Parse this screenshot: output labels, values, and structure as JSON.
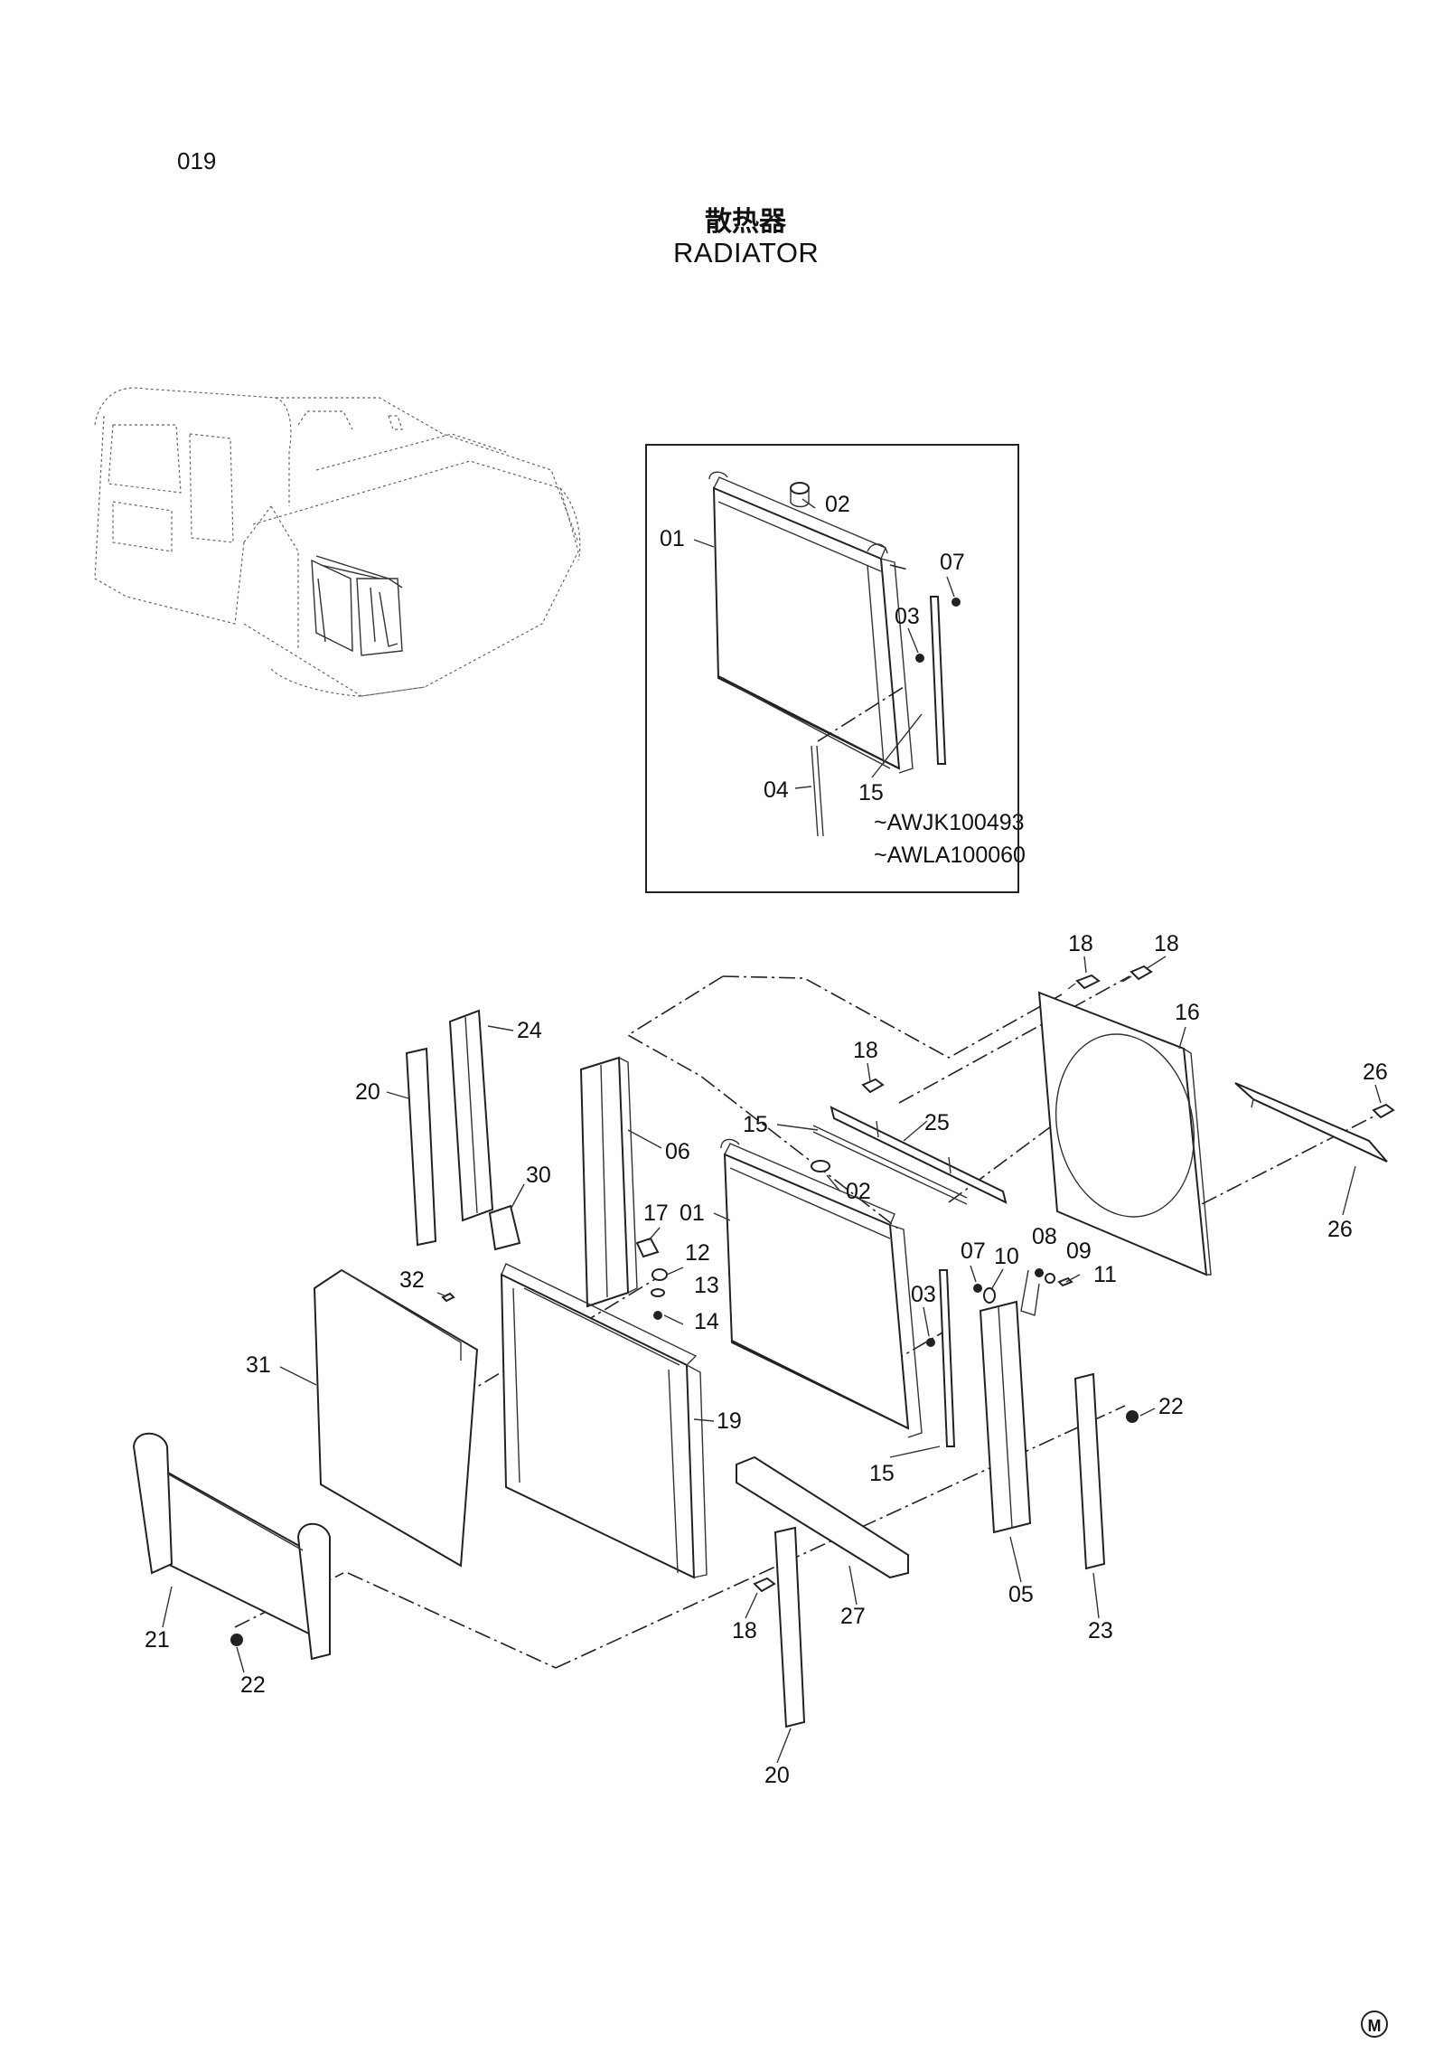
{
  "page": {
    "number": "019",
    "stamp": "M"
  },
  "title": {
    "chinese": "散热器",
    "english": "RADIATOR"
  },
  "inset": {
    "serials": [
      "~AWJK100493",
      "~AWLA100060"
    ],
    "callouts": [
      "01",
      "02",
      "03",
      "04",
      "07",
      "15"
    ]
  },
  "callouts": [
    "18",
    "18",
    "16",
    "18",
    "26",
    "24",
    "20",
    "06",
    "25",
    "15",
    "01",
    "02",
    "30",
    "17",
    "12",
    "13",
    "14",
    "07",
    "10",
    "08",
    "09",
    "11",
    "03",
    "32",
    "31",
    "19",
    "22",
    "15",
    "21",
    "22",
    "18",
    "27",
    "05",
    "23",
    "20"
  ],
  "parts": [
    {
      "no": "01",
      "kind": "radiator core"
    },
    {
      "no": "02",
      "kind": "cap"
    },
    {
      "no": "03",
      "kind": "fitting"
    },
    {
      "no": "04",
      "kind": "hose"
    },
    {
      "no": "05",
      "kind": "side bracket"
    },
    {
      "no": "06",
      "kind": "side bracket"
    },
    {
      "no": "07",
      "kind": "nut"
    },
    {
      "no": "08",
      "kind": "washer"
    },
    {
      "no": "09",
      "kind": "washer"
    },
    {
      "no": "10",
      "kind": "washer"
    },
    {
      "no": "11",
      "kind": "bolt"
    },
    {
      "no": "12",
      "kind": "cap"
    },
    {
      "no": "13",
      "kind": "washer"
    },
    {
      "no": "14",
      "kind": "nut"
    },
    {
      "no": "15",
      "kind": "seal strip"
    },
    {
      "no": "16",
      "kind": "fan shroud"
    },
    {
      "no": "17",
      "kind": "block"
    },
    {
      "no": "18",
      "kind": "bolt"
    },
    {
      "no": "19",
      "kind": "oil cooler"
    },
    {
      "no": "20",
      "kind": "plate"
    },
    {
      "no": "21",
      "kind": "intercooler"
    },
    {
      "no": "22",
      "kind": "nut"
    },
    {
      "no": "23",
      "kind": "plate"
    },
    {
      "no": "24",
      "kind": "plate"
    },
    {
      "no": "25",
      "kind": "bracket"
    },
    {
      "no": "26",
      "kind": "angle"
    },
    {
      "no": "27",
      "kind": "support bar"
    },
    {
      "no": "30",
      "kind": "block"
    },
    {
      "no": "31",
      "kind": "cover plate"
    },
    {
      "no": "32",
      "kind": "screw"
    }
  ]
}
